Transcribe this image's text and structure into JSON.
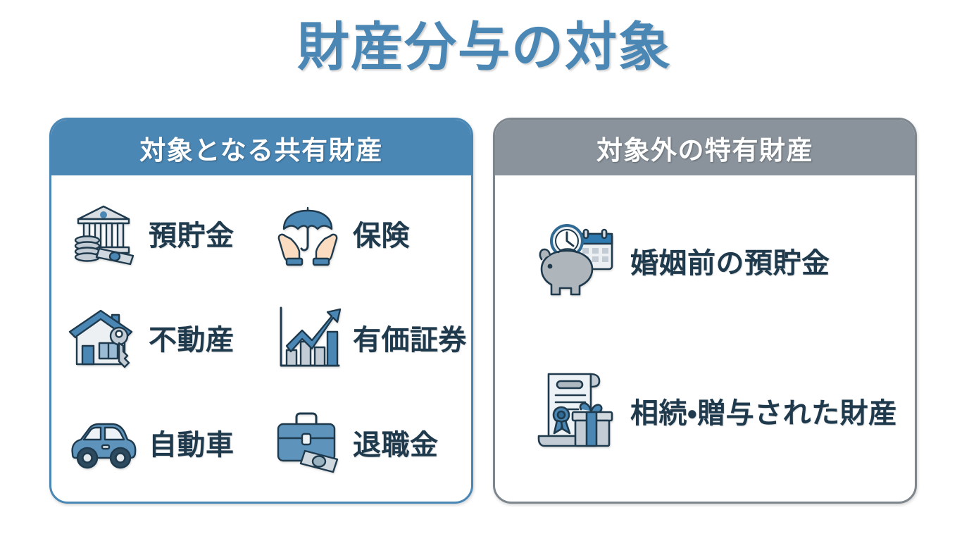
{
  "title": "財産分与の対象",
  "theme": {
    "accent_blue": "#4A87B5",
    "accent_gray": "#8A939C",
    "text_navy": "#1F3A4D",
    "background": "#FFFFFF"
  },
  "panels": [
    {
      "id": "included",
      "header": "対象となる共有財産",
      "header_color": "#4A87B5",
      "border_color": "#4A87B5",
      "items": [
        {
          "label": "預貯金",
          "icon": "bank-money-icon"
        },
        {
          "label": "保険",
          "icon": "umbrella-hands-icon"
        },
        {
          "label": "不動産",
          "icon": "house-key-icon"
        },
        {
          "label": "有価証券",
          "icon": "growth-chart-icon"
        },
        {
          "label": "自動車",
          "icon": "car-icon"
        },
        {
          "label": "退職金",
          "icon": "briefcase-money-icon"
        }
      ]
    },
    {
      "id": "excluded",
      "header": "対象外の特有財産",
      "header_color": "#8A939C",
      "border_color": "#7D858D",
      "items": [
        {
          "label": "婚姻前の預貯金",
          "icon": "piggy-bank-clock-calendar-icon"
        },
        {
          "label": "相続・贈与された財産",
          "icon": "certificate-gift-icon"
        }
      ]
    }
  ]
}
